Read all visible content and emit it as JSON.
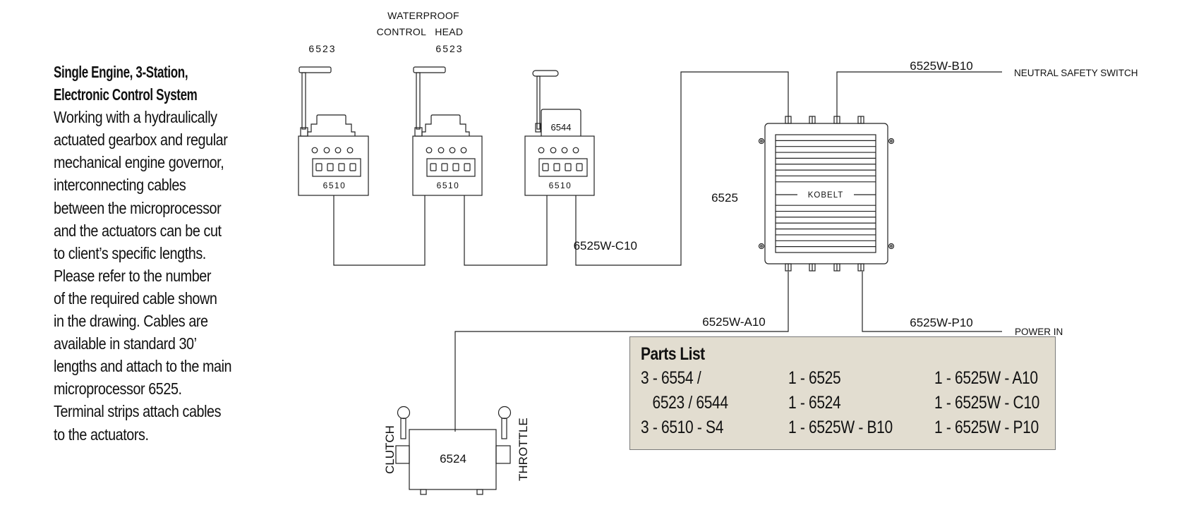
{
  "description": {
    "title_lines": [
      "Single Engine, 3-Station,",
      "Electronic Control System"
    ],
    "body_lines": [
      "Working with a hydraulically",
      "actuated gearbox and regular",
      "mechanical engine governor,",
      "interconnecting cables",
      "between the microprocessor",
      "and the actuators can be cut",
      "to client’s specific lengths.",
      "Please refer to the number",
      "of the required cable shown",
      "in the drawing.  Cables are",
      "available in standard 30’",
      "lengths and attach to the main",
      "microprocessor 6525.",
      "Terminal strips attach cables",
      "to the actuators."
    ]
  },
  "diagram": {
    "header_label_lines": [
      "WATERPROOF",
      "CONTROL   HEAD"
    ],
    "stations": [
      {
        "head_label": "6523",
        "terminal_label": "6510"
      },
      {
        "head_label": "6523",
        "terminal_label": "6510"
      },
      {
        "head_label": "6544",
        "terminal_label": "6510"
      }
    ],
    "controller": {
      "part_label": "6525",
      "brand": "KOBELT"
    },
    "actuator": {
      "label": "6524",
      "left_label": "CLUTCH",
      "right_label": "THROTTLE"
    },
    "cables": {
      "c10": "6525W-C10",
      "b10": "6525W-B10",
      "a10": "6525W-A10",
      "p10": "6525W-P10"
    },
    "endpoints": {
      "neutral_safety": "NEUTRAL SAFETY SWITCH",
      "power_in": "POWER IN"
    }
  },
  "parts_list": {
    "title": "Parts List",
    "columns": [
      [
        "3 - 6554 /",
        "   6523 / 6544",
        "3 - 6510 - S4"
      ],
      [
        "1 - 6525",
        "1 - 6524",
        "1 - 6525W - B10"
      ],
      [
        "1 - 6525W - A10",
        "1 - 6525W - C10",
        "1 - 6525W - P10"
      ]
    ]
  },
  "colors": {
    "parts_bg": "#e2ddd0",
    "line": "#222222"
  }
}
